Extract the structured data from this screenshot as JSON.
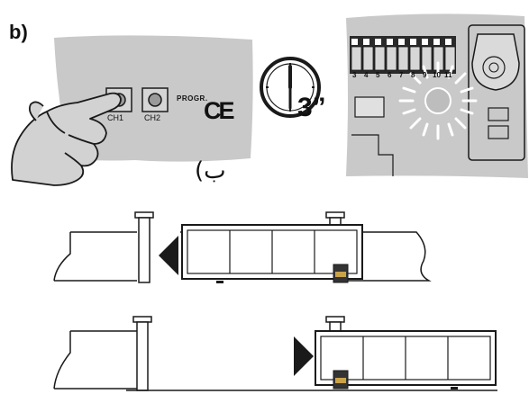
{
  "step_label": "b)",
  "caption": "(ب",
  "control_panel": {
    "button1_label": "CH1",
    "button2_label": "CH2",
    "prog_label": "PROGR.",
    "ce_mark": "CE"
  },
  "timer": {
    "icon": "clock-icon",
    "duration": "3”"
  },
  "dip_switch": {
    "numbers": [
      "3",
      "4",
      "5",
      "6",
      "7",
      "8",
      "9",
      "10",
      "11"
    ]
  },
  "gate_diagrams": [
    {
      "name": "gate-closing",
      "direction": "left"
    },
    {
      "name": "gate-opening",
      "direction": "right"
    }
  ],
  "colors": {
    "panel": "#c9c9c9",
    "outline": "#1a1a1a",
    "board_dark": "#2a2a2a"
  }
}
